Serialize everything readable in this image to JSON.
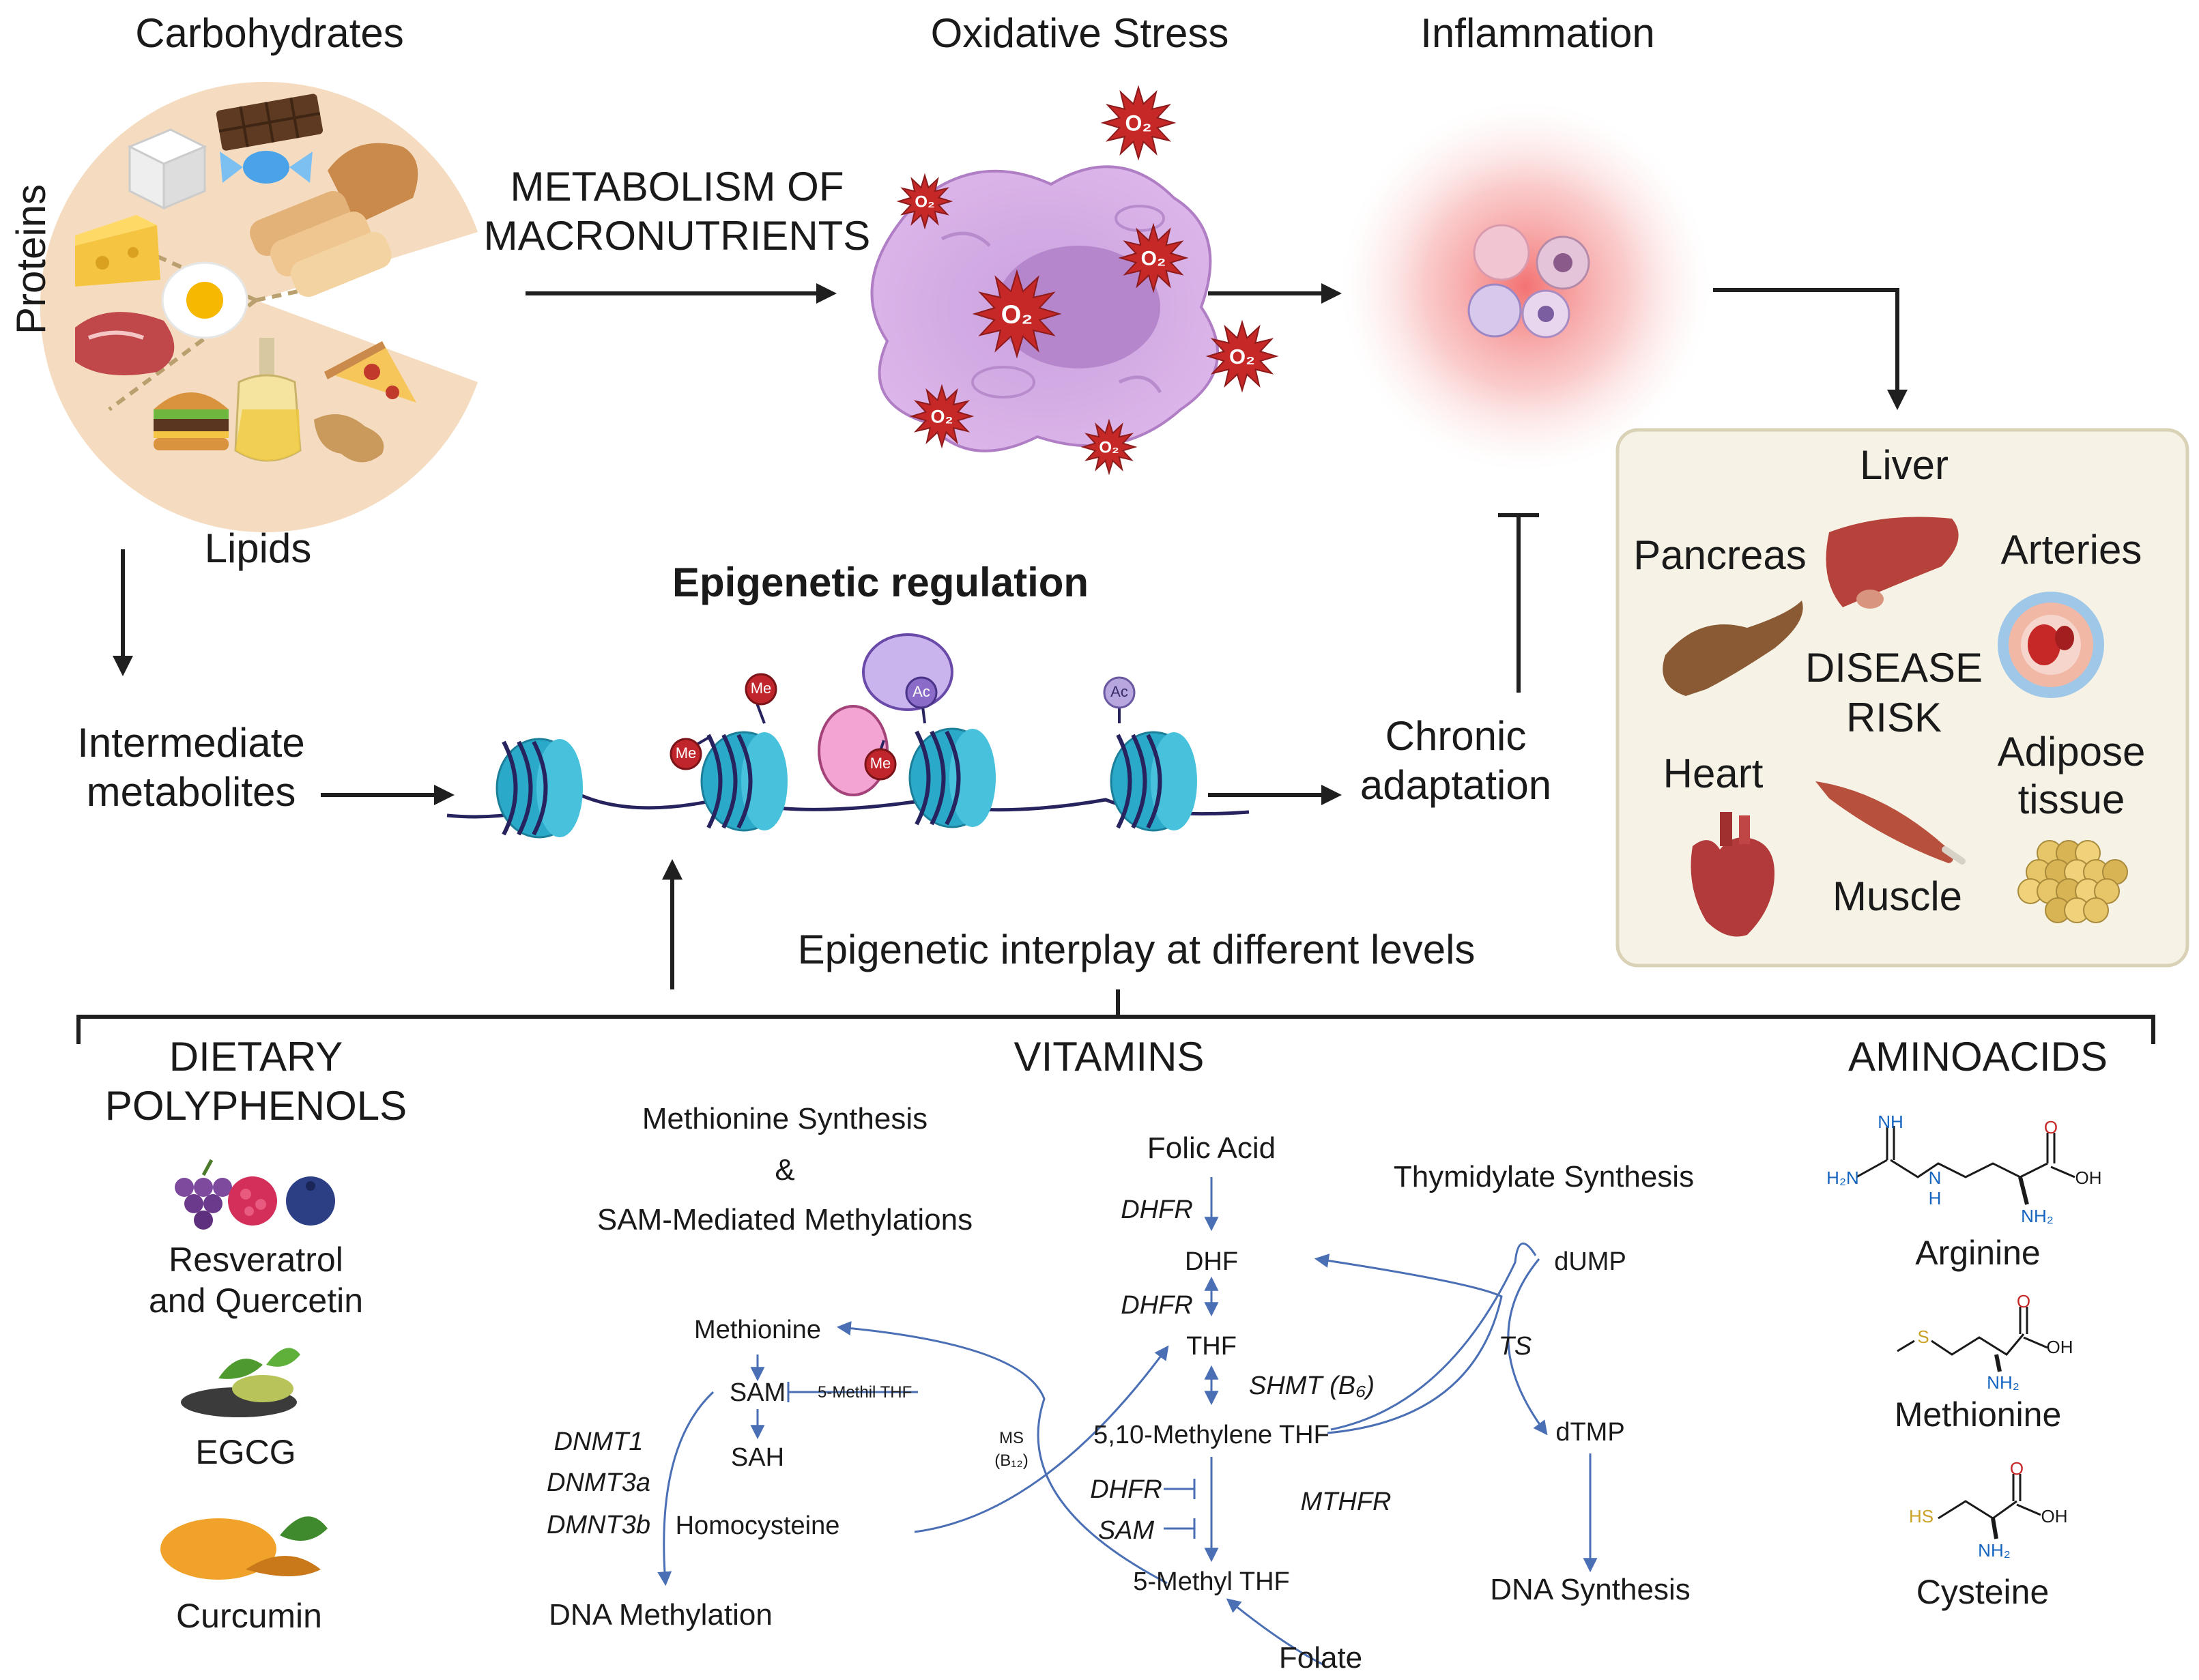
{
  "food": {
    "carbohydrates": "Carbohydrates",
    "proteins": "Proteins",
    "lipids": "Lipids"
  },
  "flow": {
    "metabolism_line1": "METABOLISM OF",
    "metabolism_line2": "MACRONUTRIENTS",
    "oxidative_stress": "Oxidative Stress",
    "o2": "O₂",
    "inflammation": "Inflammation",
    "intermediate_line1": "Intermediate",
    "intermediate_line2": "metabolites",
    "epigenetic_regulation": "Epigenetic regulation",
    "me": "Me",
    "ac": "Ac",
    "chronic_line1": "Chronic",
    "chronic_line2": "adaptation",
    "interplay": "Epigenetic interplay at different levels"
  },
  "organs": {
    "liver": "Liver",
    "pancreas": "Pancreas",
    "arteries": "Arteries",
    "disease_line1": "DISEASE",
    "disease_line2": "RISK",
    "heart": "Heart",
    "adipose_line1": "Adipose",
    "adipose_line2": "tissue",
    "muscle": "Muscle"
  },
  "polyphenols": {
    "header_line1": "DIETARY",
    "header_line2": "POLYPHENOLS",
    "resveratrol_line1": "Resveratrol",
    "resveratrol_line2": "and Quercetin",
    "egcg": "EGCG",
    "curcumin": "Curcumin"
  },
  "vitamins": {
    "header": "VITAMINS",
    "methionine_synthesis": "Methionine Synthesis",
    "ampersand": "&",
    "sam_mediated": "SAM-Mediated Methylations",
    "methionine": "Methionine",
    "sam": "SAM",
    "methil_thf": "5-Methil THF",
    "sah": "SAH",
    "dnmt1": "DNMT1",
    "dnmt3a": "DNMT3a",
    "dmnt3b": "DMNT3b",
    "homocysteine": "Homocysteine",
    "dna_methylation": "DNA Methylation",
    "ms": "MS",
    "ms_cofactor": "(B₁₂)",
    "folic_acid": "Folic Acid",
    "dhfr": "DHFR",
    "dhf": "DHF",
    "thf": "THF",
    "shmt": "SHMT (B₆)",
    "methylene_thf": "5,10-Methylene THF",
    "sam_inhibitor": "SAM",
    "mthfr": "MTHFR",
    "methyl_thf": "5-Methyl THF",
    "folate": "Folate",
    "thymidylate_synthesis": "Thymidylate Synthesis",
    "dump": "dUMP",
    "ts": "TS",
    "dtmp": "dTMP",
    "dna_synthesis": "DNA Synthesis"
  },
  "aminoacids": {
    "header": "AMINOACIDS",
    "arginine": "Arginine",
    "methionine": "Methionine",
    "cysteine": "Cysteine",
    "nh": "NH",
    "h2n": "H₂N",
    "n": "N",
    "h": "H",
    "o": "O",
    "oh": "OH",
    "nh2": "NH₂",
    "s": "S",
    "hs": "HS"
  },
  "colors": {
    "arrow": "#1f1f1f",
    "pathway_arrow": "#4a6fb5",
    "nucleosome": "#2aa9c9",
    "me_mark": "#c0252b",
    "ac_mark": "#a78ed6",
    "cell": "#d8a8e6",
    "o2_star": "#c62828",
    "inflammation_glow": "#f36b6b",
    "organ_panel": "#f6f3e6",
    "liver": "#b5433b",
    "nitrogen": "#1565c0",
    "oxygen": "#c62828",
    "sulfur": "#c9a227"
  }
}
